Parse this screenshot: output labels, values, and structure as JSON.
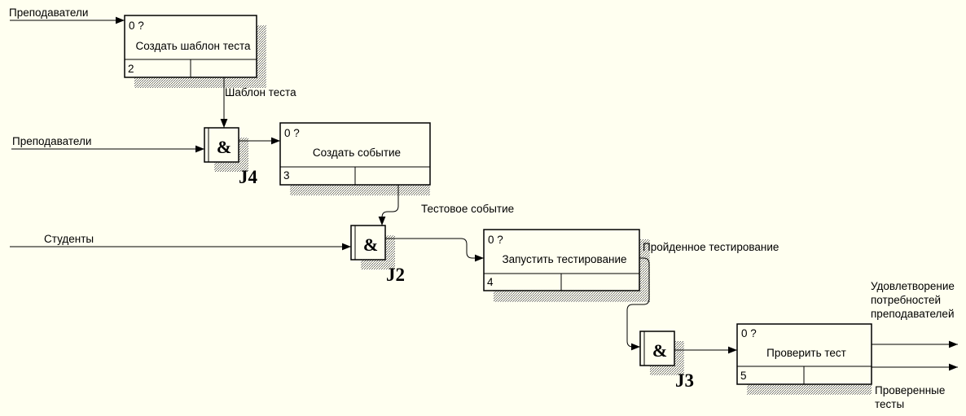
{
  "colors": {
    "background": "#fffff0",
    "line": "#000000",
    "shadow": "#777777"
  },
  "processes": [
    {
      "id": "p2",
      "cost": "0 ?",
      "name": "Создать шаблон теста",
      "number": "2"
    },
    {
      "id": "p3",
      "cost": "0 ?",
      "name": "Создать событие",
      "number": "3"
    },
    {
      "id": "p4",
      "cost": "0 ?",
      "name": "Запустить тестирование",
      "number": "4"
    },
    {
      "id": "p5",
      "cost": "0 ?",
      "name": "Проверить тест",
      "number": "5"
    }
  ],
  "junctions": [
    {
      "symbol": "&",
      "label": "J4"
    },
    {
      "symbol": "&",
      "label": "J2"
    },
    {
      "symbol": "&",
      "label": "J3"
    }
  ],
  "arrows": {
    "teachers_1": "Преподаватели",
    "test_template": "Шаблон теста",
    "teachers_2": "Преподаватели",
    "test_event": "Тестовое событие",
    "students": "Студенты",
    "passed_testing": "Пройденное тестирование",
    "satisfaction_1": "Удовлетворение",
    "satisfaction_2": "потребностей",
    "satisfaction_3": "преподавателей",
    "checked_tests_1": "Проверенные",
    "checked_tests_2": "тесты"
  }
}
